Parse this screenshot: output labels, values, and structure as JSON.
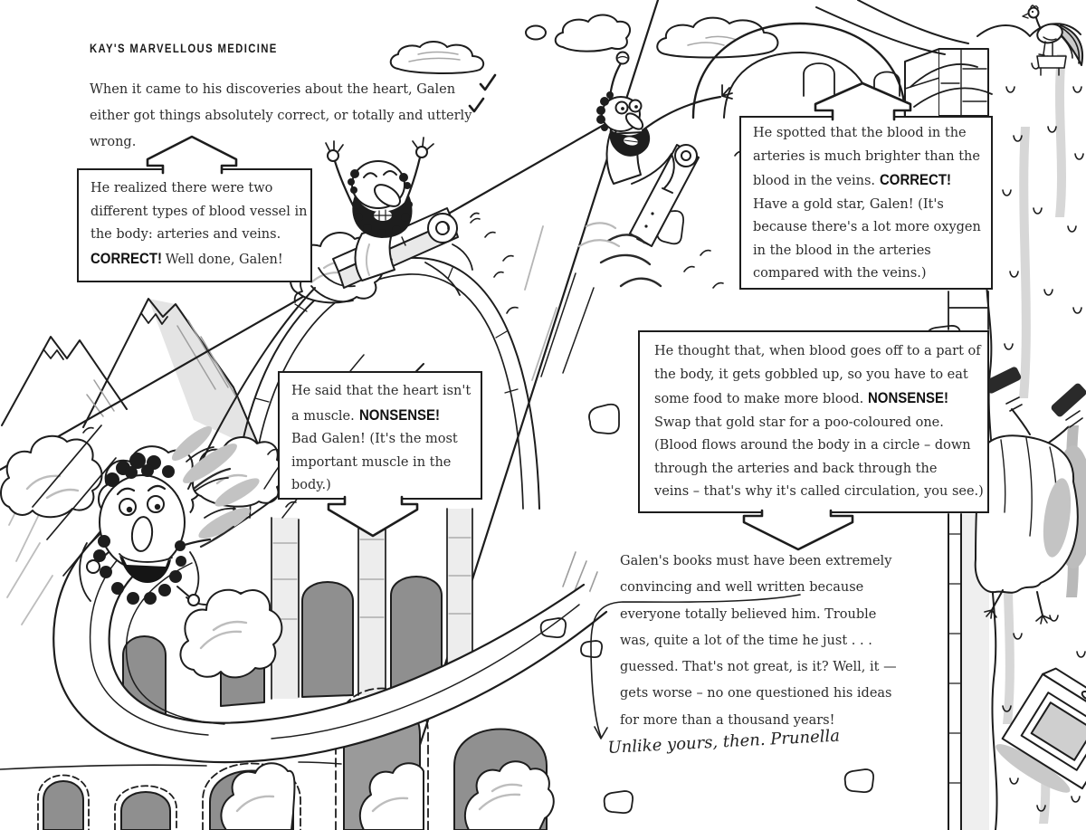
{
  "header": {
    "title": "KAY'S MARVELLOUS MEDICINE"
  },
  "intro": {
    "lines": [
      "When it came to his discoveries about the heart, Galen",
      "either got things absolutely correct, or totally and utterly",
      "wrong."
    ]
  },
  "box_arteries": {
    "line1": "He realized there were two",
    "line2": "different types of blood vessel in",
    "line3": "the body: arteries and veins.",
    "verdict": "CORRECT!",
    "tail": "Well done, Galen!"
  },
  "box_heart": {
    "line1": "He said that the heart isn't",
    "line2_pre": "a muscle.",
    "verdict": "NONSENSE!",
    "line3": "Bad Galen! (It's the most",
    "line4": "important muscle in the",
    "line5": "body.)"
  },
  "box_blood_bright": {
    "line1": "He spotted that the blood in the",
    "line2": "arteries is much brighter than the",
    "line3_pre": "blood in the veins.",
    "verdict": "CORRECT!",
    "line4": "Have a gold star, Galen! (It's",
    "line5": "because there's a lot more oxygen",
    "line6": "in the blood in the arteries",
    "line7": "compared with the veins.)"
  },
  "box_gobbled": {
    "line1": "He thought that, when blood goes off to a part of",
    "line2": "the body, it gets gobbled up, so you have to eat",
    "line3_pre": "some food to make more blood.",
    "verdict": "NONSENSE!",
    "line4": "Swap that gold star for a poo-coloured one.",
    "line5": "(Blood flows around the body in a circle – down",
    "line6": "through the arteries and back through the",
    "line7": "veins – that's why it's called circulation, you see.)"
  },
  "outro": {
    "lines": [
      "Galen's books must have been extremely",
      "convincing and well written because",
      "everyone totally believed him. Trouble",
      "was, quite a lot of the time he just . . .",
      "guessed. That's not great, is it? Well, it —",
      "gets worse – no one questioned his ideas",
      "for more than a thousand years!"
    ],
    "annotation": "Unlike yours, then. Prunella"
  },
  "colors": {
    "ink": "#1d1d1d",
    "paper": "#ffffff",
    "shade_light": "#d9d9d9",
    "shade_mid": "#b5b5b5",
    "shade_dark": "#8c8c8c"
  }
}
